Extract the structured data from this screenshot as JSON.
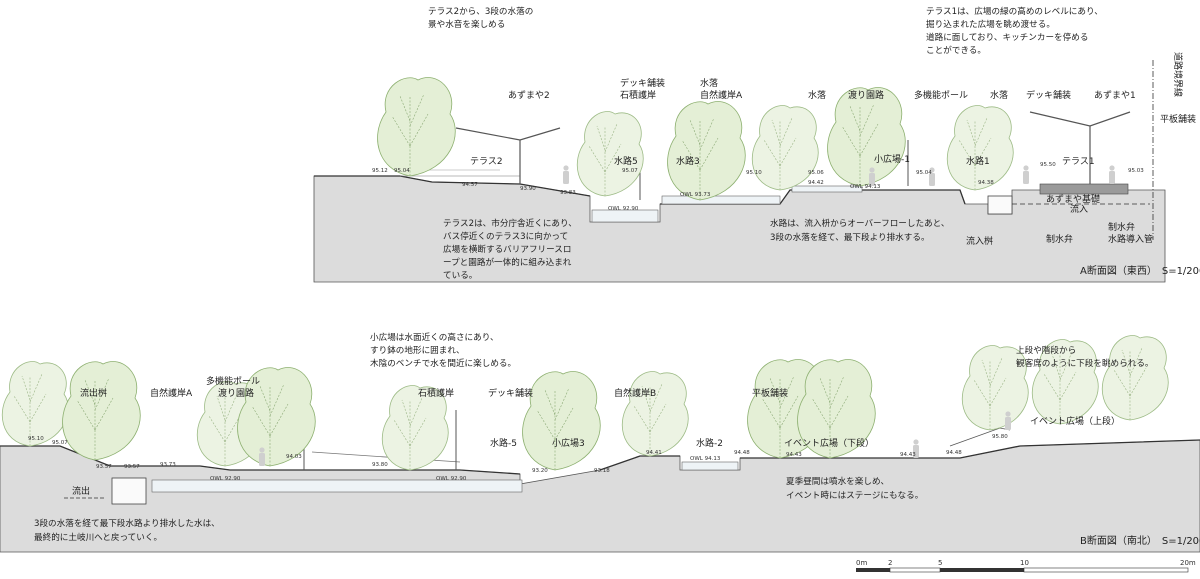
{
  "section_a": {
    "caption": "A断面図（東西）　S=1/200",
    "notes": {
      "terrace2_top": [
        "テラス2から、3段の水落の",
        "景や水音を楽しめる"
      ],
      "terrace1_top": [
        "テラス1は、広場の緑の高めのレベルにあり、",
        "掘り込まれた広場を眺め渡せる。",
        "道路に面しており、キッチンカーを停める",
        "ことができる。"
      ],
      "terrace2_bottom": [
        "テラス2は、市分庁舎近くにあり、",
        "バス停近くのテラス3に向かって",
        "広場を横断するバリアフリースロ",
        "ープと園路が一体的に組み込まれ",
        "ている。"
      ],
      "waterway": [
        "水路は、流入枡からオーバーフローしたあと、",
        "3段の水落を経て、最下段より排水する。"
      ]
    },
    "labels": {
      "azumaya2": "あずまや2",
      "deck": "デッキ舗装",
      "stone": "石積護岸",
      "waterfall": "水落",
      "natural_a": "自然護岸A",
      "waterfall2": "水落",
      "garden_path": "渡り園路",
      "multi_pole": "多機能ポール",
      "waterfall3": "水落",
      "deck2": "デッキ舗装",
      "azumaya1": "あずまや1",
      "flat_paving": "平板舗装",
      "terrace2": "テラス2",
      "waterway5": "水路5",
      "waterway3": "水路3",
      "small_plaza1": "小広場-1",
      "waterway1": "水路1",
      "terrace1": "テラス1",
      "azumaya_base": "あずまや基礎",
      "inflow": "流入",
      "inflow_basin": "流入桝",
      "control_valve": "制水弁",
      "control_valve2": "制水弁",
      "intake_pipe": "水路導入管",
      "road_boundary": "道路境界線"
    },
    "elevations": [
      "95.12",
      "95.04",
      "94.57",
      "93.90",
      "93.83",
      "95.07",
      "OWL 92.90",
      "OWL 93.73",
      "95.10",
      "95.06",
      "94.42",
      "OWL 94.13",
      "95.04",
      "94.38",
      "95.50",
      "95.03"
    ]
  },
  "section_b": {
    "caption": "B断面図（南北）　S=1/200",
    "notes": {
      "small_plaza": [
        "小広場は水面近くの高さにあり、",
        "すり鉢の地形に囲まれ、",
        "木陰のベンチで水を間近に楽しめる。"
      ],
      "upper_steps": [
        "上段や階段から",
        "観客席のように下段を眺められる。"
      ],
      "drain": [
        "3段の水落を経て最下段水路より排水した水は、",
        "最終的に土岐川へと戻っていく。"
      ],
      "summer": [
        "夏季昼間は噴水を楽しめ、",
        "イベント時にはステージにもなる。"
      ]
    },
    "labels": {
      "outflow_basin": "流出桝",
      "natural_a": "自然護岸A",
      "multi_pole": "多機能ポール",
      "garden_path": "渡り園路",
      "stone": "石積護岸",
      "deck": "デッキ舗装",
      "waterway5": "水路-5",
      "small_plaza3": "小広場3",
      "natural_b": "自然護岸B",
      "waterway2": "水路-2",
      "flat_paving": "平板舗装",
      "event_lower": "イベント広場（下段）",
      "event_upper": "イベント広場（上段）",
      "outflow": "流出"
    },
    "elevations": [
      "95.10",
      "95.07",
      "93.57",
      "93.57",
      "93.73",
      "94.03",
      "93.80",
      "OWL 92.90",
      "OWL 92.90",
      "93.20",
      "93.18",
      "94.41",
      "94.48",
      "OWL 94.13",
      "94.43",
      "94.43",
      "94.48",
      "95.80"
    ]
  },
  "scale_bar": {
    "ticks": [
      "0m",
      "2",
      "5",
      "10",
      "20m"
    ]
  }
}
